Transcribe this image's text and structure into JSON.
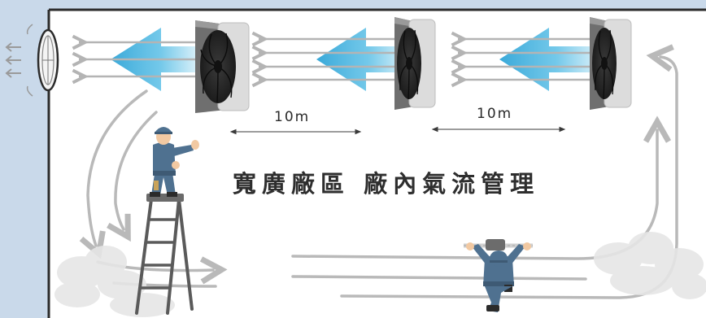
{
  "title": "寬廣廠區 廠內氣流管理",
  "distance_labels": [
    "10m",
    "10m"
  ],
  "colors": {
    "background": "#c9d9ea",
    "room": "#ffffff",
    "wall": "#2b2b2b",
    "airflow_arrow": "#5bbfe6",
    "thin_arrow": "#b4b4b4",
    "circulation_arrow": "#b9b9b9",
    "fan_body": "#dcdcdc",
    "worker_uniform": "#4f7190"
  },
  "icons": [
    "wall-exhaust-fan-icon",
    "circulation-fan-icon",
    "worker-on-ladder-icon",
    "worker-measuring-tape-icon",
    "dust-cloud-icon"
  ]
}
